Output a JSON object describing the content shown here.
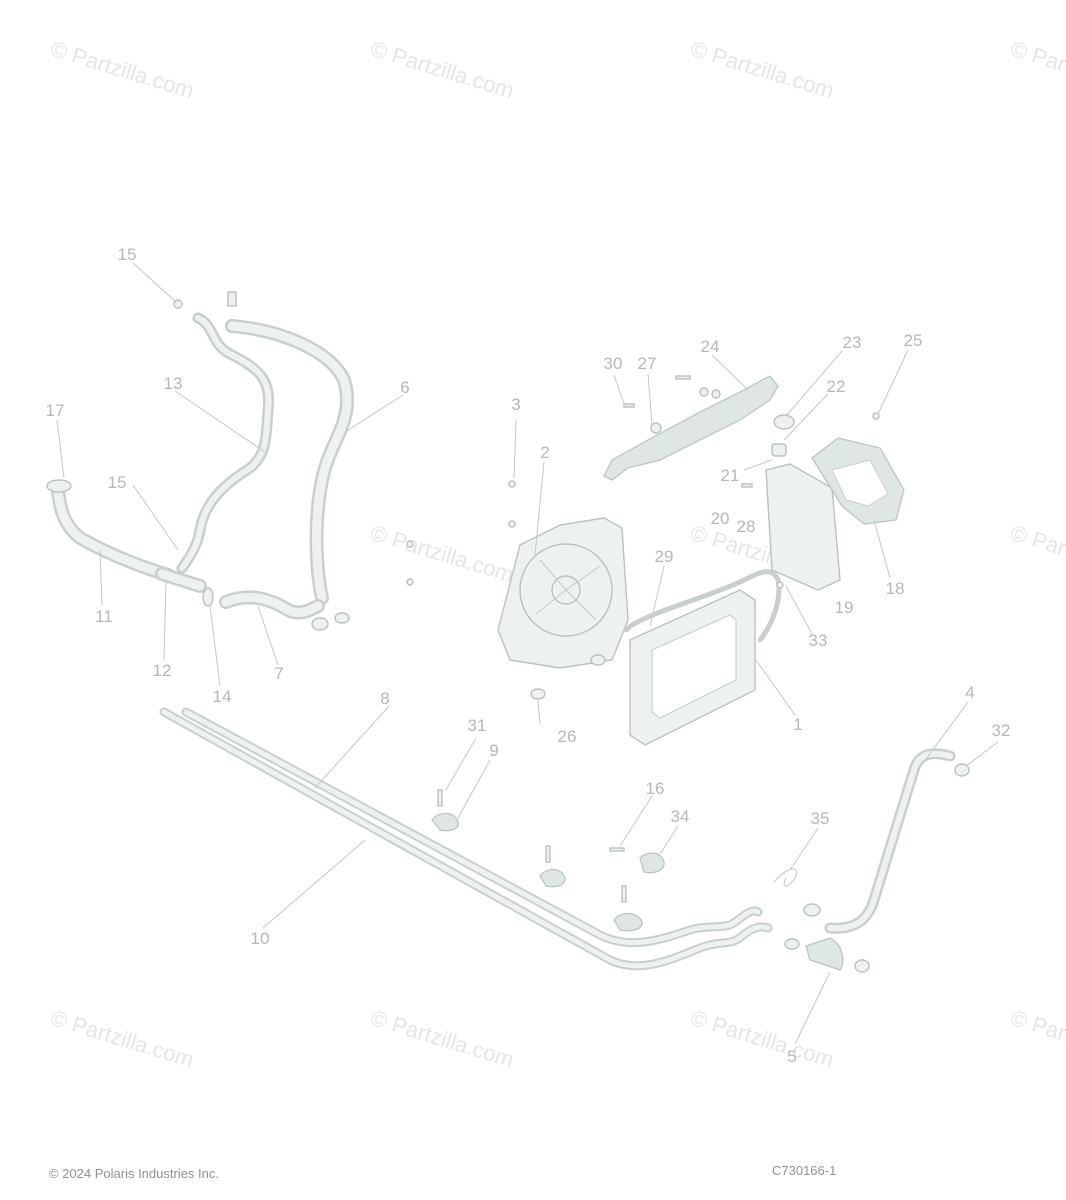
{
  "watermark": "© Partzilla.com",
  "footer": {
    "copyright": "© 2024 Polaris Industries Inc.",
    "diagram_code": "C730166-1"
  },
  "callouts": [
    "1",
    "2",
    "3",
    "4",
    "5",
    "6",
    "7",
    "8",
    "9",
    "10",
    "11",
    "12",
    "13",
    "14",
    "15",
    "15",
    "16",
    "17",
    "18",
    "19",
    "20",
    "21",
    "22",
    "23",
    "24",
    "25",
    "26",
    "27",
    "28",
    "29",
    "30",
    "31",
    "32",
    "33",
    "34",
    "35"
  ],
  "colors": {
    "line": "#c4c8c6",
    "part": "#b9c2bd",
    "label": "#b4b9b6",
    "fill": "#eef2ef"
  }
}
